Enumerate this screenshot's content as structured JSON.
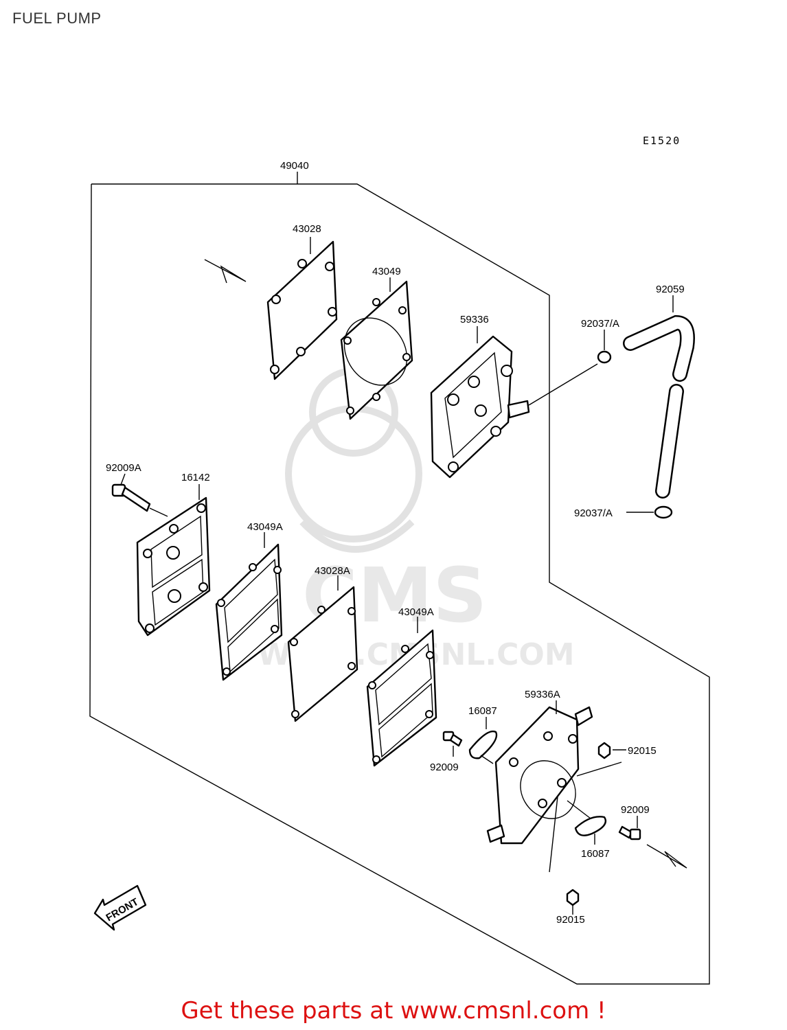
{
  "title": "FUEL PUMP",
  "diagram_code": "E1520",
  "front_label": "FRONT",
  "watermark": {
    "text": "CMS",
    "url": "WWW.CMSNL.COM"
  },
  "footer_text": "Get these parts at www.cmsnl.com !",
  "parts": [
    {
      "id": "p49040",
      "number": "49040"
    },
    {
      "id": "p43028",
      "number": "43028"
    },
    {
      "id": "p43049",
      "number": "43049"
    },
    {
      "id": "p59336",
      "number": "59336"
    },
    {
      "id": "p92037a_top",
      "number": "92037/A"
    },
    {
      "id": "p92059",
      "number": "92059"
    },
    {
      "id": "p92009a",
      "number": "92009A"
    },
    {
      "id": "p16142",
      "number": "16142"
    },
    {
      "id": "p92037a_bottom",
      "number": "92037/A"
    },
    {
      "id": "p43049a_1",
      "number": "43049A"
    },
    {
      "id": "p43028a",
      "number": "43028A"
    },
    {
      "id": "p43049a_2",
      "number": "43049A"
    },
    {
      "id": "p59336a",
      "number": "59336A"
    },
    {
      "id": "p16087_top",
      "number": "16087"
    },
    {
      "id": "p92015_top",
      "number": "92015"
    },
    {
      "id": "p92009_left",
      "number": "92009"
    },
    {
      "id": "p92009_right",
      "number": "92009"
    },
    {
      "id": "p16087_bottom",
      "number": "16087"
    },
    {
      "id": "p92015_bottom",
      "number": "92015"
    }
  ]
}
